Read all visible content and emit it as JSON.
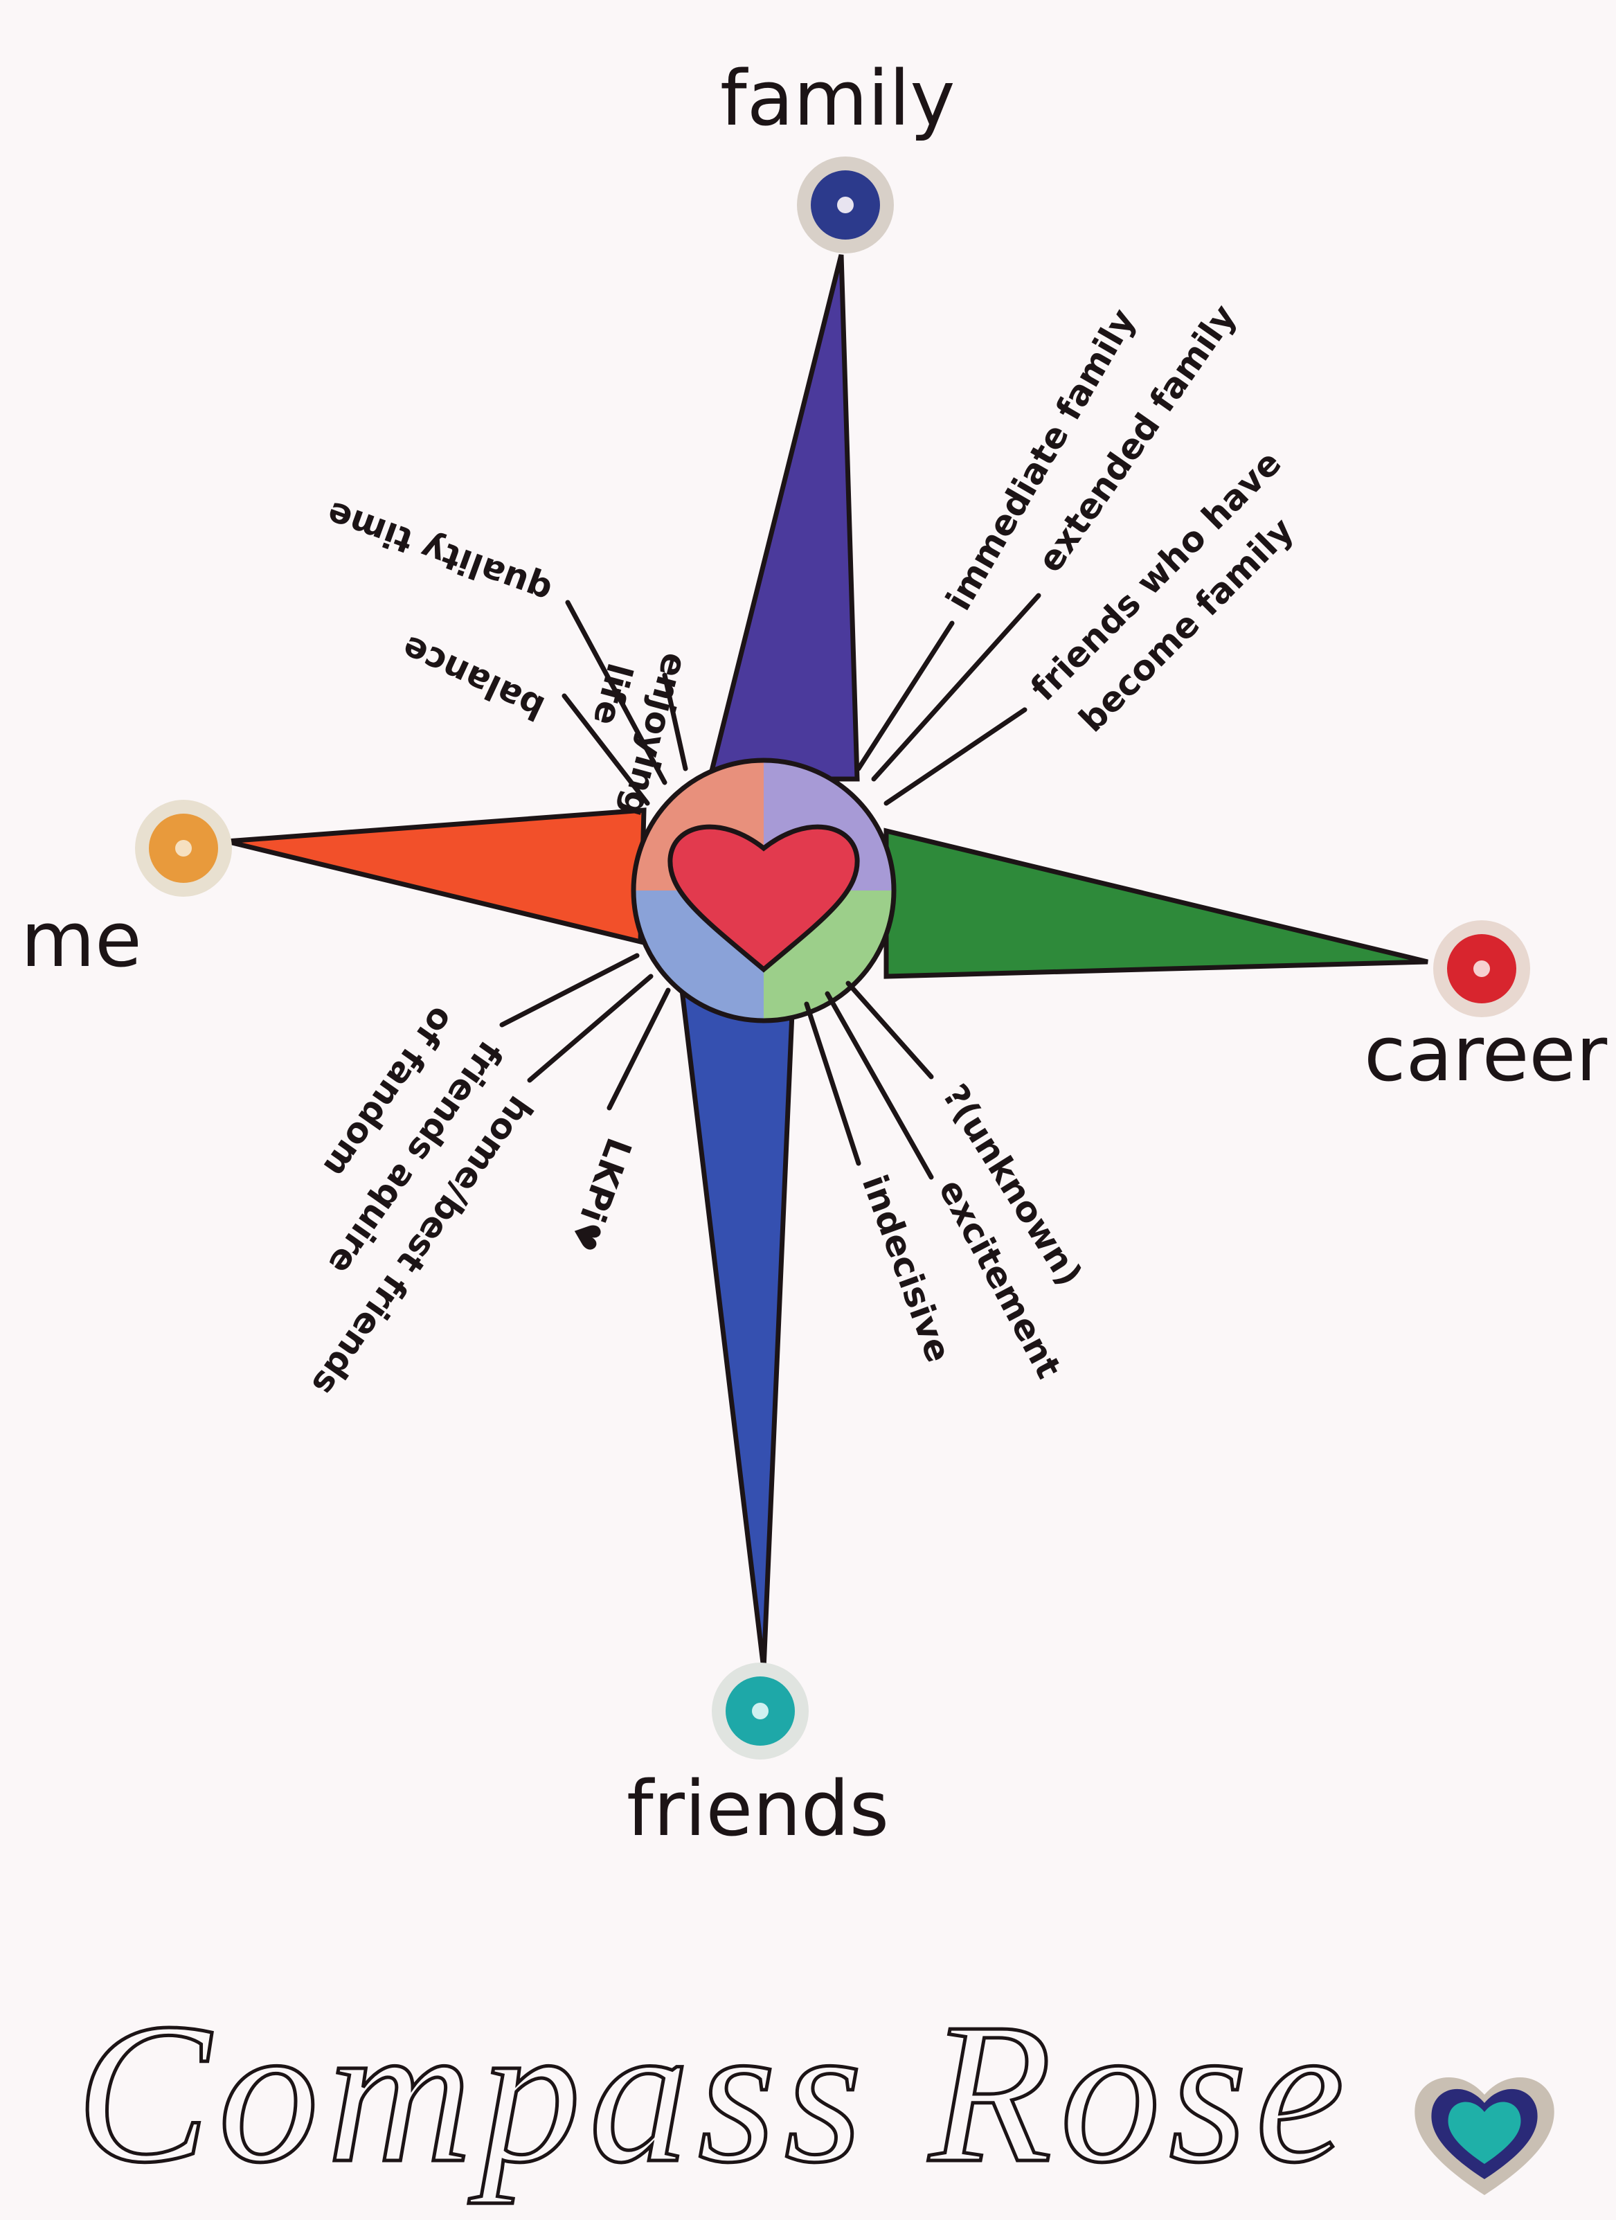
{
  "title": "Compass Rose",
  "directions": {
    "north": "family",
    "west": "me",
    "east": "career",
    "south": "friends"
  },
  "labels": {
    "family": [
      "immediate family",
      "extended family",
      "friends who have",
      "become family"
    ],
    "me_top": [
      "quality time",
      "enjoying",
      "life",
      "balance"
    ],
    "friends_side": [
      "friends aquire",
      "of fandom",
      "home/best friends",
      "LKPi♥"
    ],
    "career_side": [
      "?(unknown)",
      "excitement",
      "indecisive"
    ]
  },
  "colors": {
    "family": "#4b3a9c",
    "me": "#f2502a",
    "career": "#2e8a3a",
    "friends": "#3550b0",
    "heart": "#e23a4e",
    "paper": "#fbf7f8"
  }
}
